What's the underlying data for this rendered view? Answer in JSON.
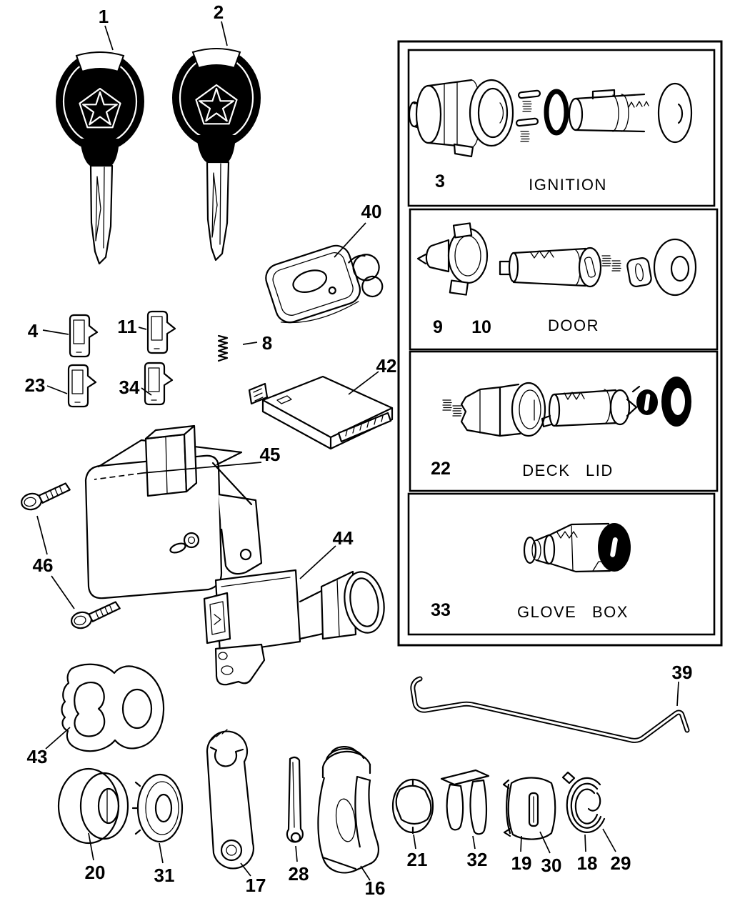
{
  "figure": {
    "kind": "exploded-parts-line-diagram",
    "paper_color": "#ffffff",
    "ink_color": "#000000"
  },
  "callouts": {
    "key1": "1",
    "key2": "2",
    "clip4": "4",
    "clip11": "11",
    "spring8": "8",
    "clip23": "23",
    "clip34": "34",
    "fob40": "40",
    "module42": "42",
    "housing45": "45",
    "screws46": "46",
    "antenna44": "44",
    "gasket43": "43",
    "rod39": "39",
    "grommet20": "20",
    "bezel31": "31",
    "lever17": "17",
    "link28": "28",
    "latch16": "16",
    "retainer21": "21",
    "clip32": "32",
    "cap19": "19",
    "cap30": "30",
    "spring18": "18",
    "spring29": "29"
  },
  "panel": {
    "sections": [
      {
        "numbers": [
          "3"
        ],
        "title": "IGNITION"
      },
      {
        "numbers": [
          "9",
          "10"
        ],
        "title": "DOOR"
      },
      {
        "numbers": [
          "22"
        ],
        "title": "DECK LID"
      },
      {
        "numbers": [
          "33"
        ],
        "title": "GLOVE BOX"
      }
    ]
  }
}
